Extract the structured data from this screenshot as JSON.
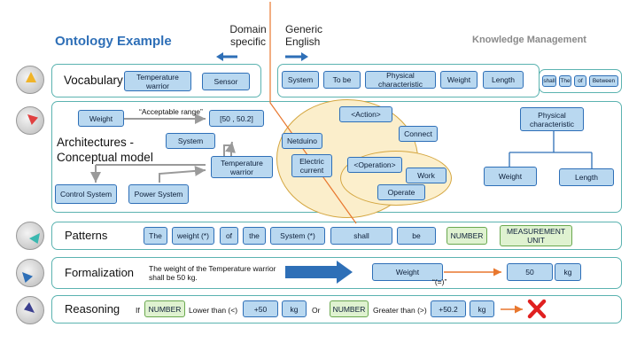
{
  "header": {
    "title": "Ontology Example",
    "domain_label": "Domain specific",
    "generic_label": "Generic English",
    "km_label": "Knowledge Management"
  },
  "rows": {
    "vocabulary": {
      "label": "Vocabulary",
      "domain_terms": [
        "Temperature warrior",
        "Sensor"
      ],
      "generic_terms": [
        "System",
        "To be",
        "Physical characteristic",
        "Weight",
        "Length"
      ],
      "small_terms": [
        "shall",
        "The",
        "of",
        "Between"
      ]
    },
    "architecture": {
      "label": "Architectures - Conceptual model",
      "weight": "Weight",
      "acceptable_range": "“Acceptable range”",
      "range_value": "[50 , 50.2]",
      "system": "System",
      "temperature_warrior": "Temperature warrior",
      "control_system": "Control System",
      "power_system": "Power System",
      "action": "<Action>",
      "netduino": "Netduino",
      "connect": "Connect",
      "electric_current": "Electric current",
      "operation": "<Operation>",
      "work": "Work",
      "operate": "Operate",
      "physical_characteristic": "Physical characteristic",
      "pc_weight": "Weight",
      "pc_length": "Length"
    },
    "patterns": {
      "label": "Patterns",
      "items": [
        "The",
        "weight (*)",
        "of",
        "the",
        "System (*)",
        "shall",
        "be"
      ],
      "number": "NUMBER",
      "unit": "MEASUREMENT UNIT"
    },
    "formalization": {
      "label": "Formalization",
      "sentence": "The weight of the Temperature warrior shall be 50 kg.",
      "weight": "Weight",
      "equals": "“(=)”",
      "value": "50",
      "unit": "kg"
    },
    "reasoning": {
      "label": "Reasoning",
      "if": "If",
      "number1": "NUMBER",
      "lower": "Lower than (<)",
      "val1": "+50",
      "unit1": "kg",
      "or": "Or",
      "number2": "NUMBER",
      "greater": "Greater than (>)",
      "val2": "+50.2",
      "unit2": "kg"
    }
  },
  "colors": {
    "title": "#2e6fb7",
    "box_fill": "#b9d8f0",
    "box_border": "#2e6fb7",
    "green_fill": "#dff2d0",
    "row_border": "#5bb3b0",
    "ellipse_fill": "#fbeecb",
    "orange_line": "#e8772e",
    "cross": "#e02020"
  }
}
